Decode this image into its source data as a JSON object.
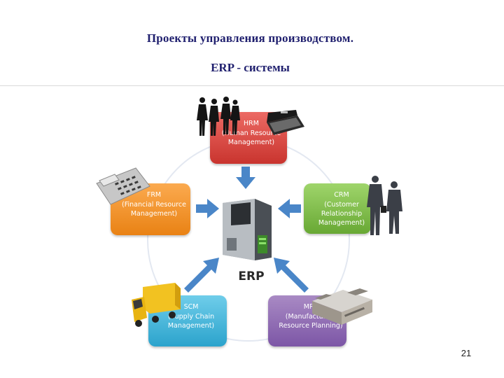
{
  "title": "Проекты управления производством.",
  "subtitle": "ERP - системы",
  "center_label": "ERP",
  "modules": {
    "hrm": {
      "name": "HRM",
      "desc": "(Human Resource Management)",
      "color": "#d4433c"
    },
    "frm": {
      "name": "FRM",
      "desc": "(Financial Resource Management)",
      "color": "#f29630"
    },
    "crm": {
      "name": "CRM",
      "desc": "(Customer Relationship Management)",
      "color": "#7dbd46"
    },
    "scm": {
      "name": "SCM",
      "desc": "(Supply Chain Management)",
      "color": "#3ab3d9"
    },
    "mrp": {
      "name": "MRP",
      "desc": "(Manufacturing Resource Planning)",
      "color": "#8b65b2"
    }
  },
  "arrow_color": "#4a86c8",
  "icons": [
    "people-silhouettes-icon",
    "briefcase-icon",
    "calculator-icon",
    "businessmen-icon",
    "server-icon",
    "truck-icon",
    "factory-icon",
    "arrow-icon"
  ],
  "page_number": "21"
}
